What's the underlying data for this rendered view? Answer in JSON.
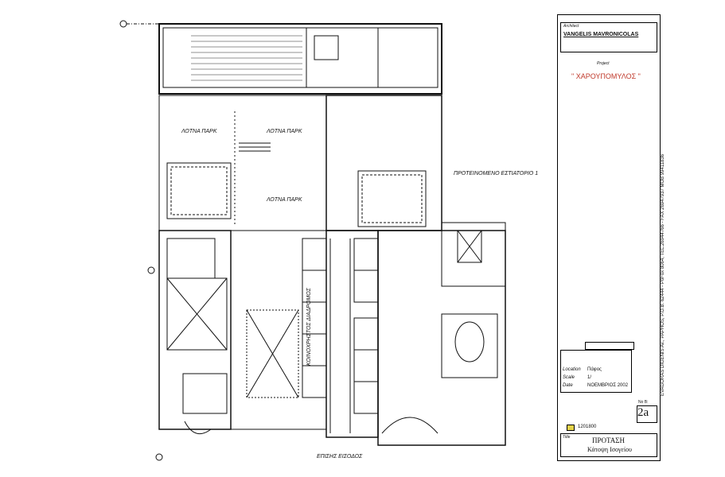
{
  "plan": {
    "labels": {
      "parking_1": "ΛΟΤΝΑ ΠΑΡΚ",
      "parking_2": "ΛΟΤΝΑ ΠΑΡΚ",
      "parking_3": "ΛΟΤΝΑ ΠΑΡΚ",
      "restaurant": "ΠΡΟΤΕΙΝΟΜΕΝΟ ΕΣΤΙΑΤΟΡΙΟ 1",
      "corridor": "ΚΟΙΝΟΧΡΗΣΤΟΣ ΔΙΑΔΡΟΜΟΣ",
      "entrance": "ΕΠΙΣΗΣ ΕΙΣΟΔΟΣ"
    }
  },
  "title_block": {
    "architect_label": "Architect",
    "architect_name": "VANGELIS MAVRONICOLAS",
    "project_label": "Project",
    "project_name": "\" ΧΑΡΟΥΠΟΜΥΛΟΣ \"",
    "address_strip": "EVAGORAS DIGENIS Av., PAPHOS, P.O.B. 62444 - PoFox 8064, TEL.26944766 - FAX 26947937 MOB 99411836",
    "location_label": "Location",
    "location_value": "Πάφος",
    "scale_label": "Scale",
    "scale_value": "1/",
    "date_label": "Date",
    "date_value": "ΝΟΕΜΒΡΙΟΣ 2002",
    "drawing_number_label": "No B:",
    "drawing_number": "2a",
    "job_code": "1201800",
    "title_label": "Title",
    "title_main": "ΠΡΟΤΑΣΗ",
    "title_sub": "Κάτοψη Ισογείου"
  }
}
